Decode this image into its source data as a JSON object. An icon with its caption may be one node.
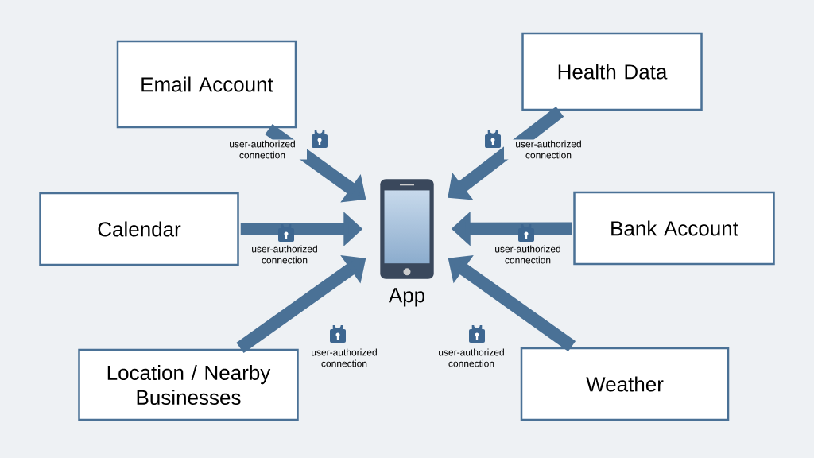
{
  "diagram": {
    "nodes": [
      {
        "text": [
          "Email Account"
        ]
      },
      {
        "text": [
          "Health Data"
        ]
      },
      {
        "text": [
          "Calendar"
        ]
      },
      {
        "text": [],
        "shape": "picture",
        "beside": [
          "App"
        ]
      },
      {
        "text": [
          "Bank Account"
        ]
      },
      {
        "text": [
          "Location / Nearby Businesses"
        ]
      },
      {
        "text": [
          "Weather"
        ]
      }
    ],
    "edges": [
      {
        "from": 0,
        "to": 3,
        "arrow": "to",
        "label": "user-authorized connection"
      },
      {
        "from": 1,
        "to": 3,
        "arrow": "to",
        "label": "user-authorized connection"
      },
      {
        "from": 2,
        "to": 3,
        "arrow": "to",
        "label": "user-authorized connection"
      },
      {
        "from": 4,
        "to": 3,
        "arrow": "to",
        "label": "user-authorized connection"
      },
      {
        "from": 5,
        "to": 3,
        "arrow": "to",
        "label": "user-authorized connection"
      },
      {
        "from": 6,
        "to": 3,
        "arrow": "to",
        "label": "user-authorized connection"
      }
    ]
  }
}
